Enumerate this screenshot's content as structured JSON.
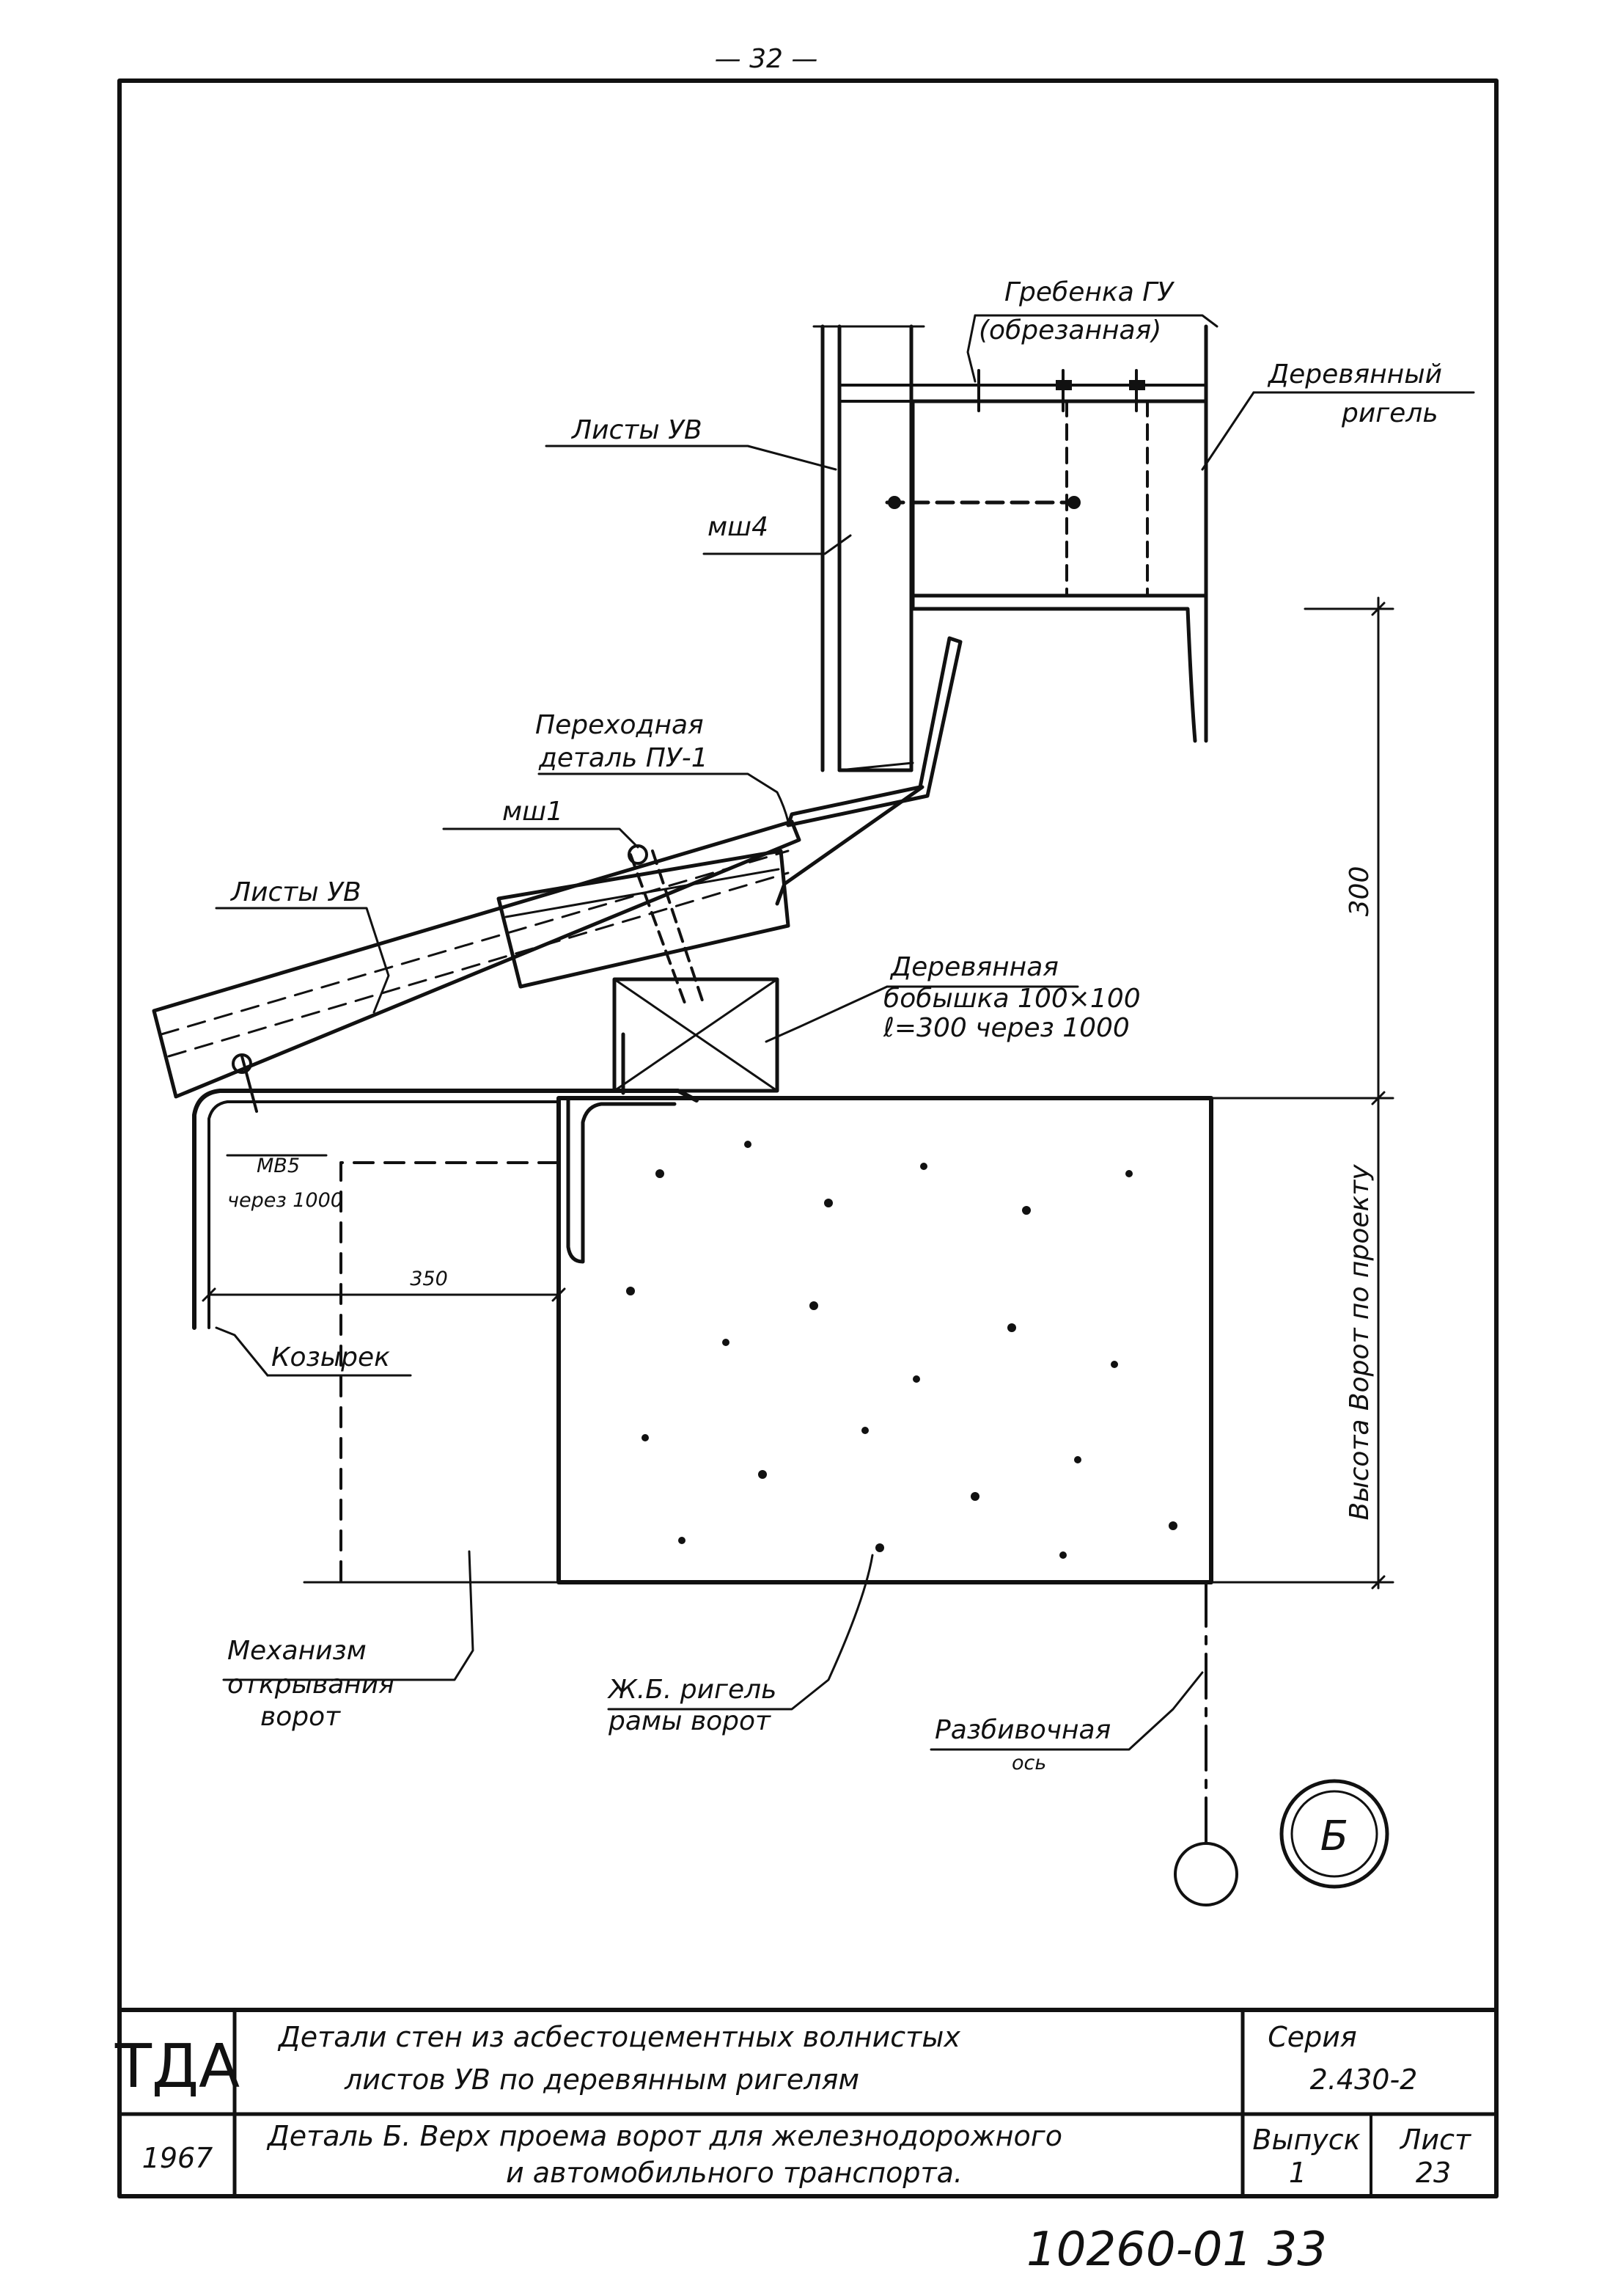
{
  "page_number": "— 32 —",
  "labels": {
    "grebenka_1": "Гребенка ГУ",
    "grebenka_2": "(обрезанная)",
    "wood_rigel_1": "Деревянный",
    "wood_rigel_2": "ригель",
    "listy_uv_top": "Листы УВ",
    "msh4": "мш4",
    "perekhod_1": "Переходная",
    "perekhod_2": "деталь ПУ-1",
    "msh1": "мш1",
    "listy_uv_left": "Листы УВ",
    "boss_1": "Деревянная",
    "boss_2": "бобышка  100×100",
    "boss_3": "ℓ=300    через 1000",
    "mb5": "МВ5",
    "mb5_step": "через 1000",
    "dim_350": "350",
    "dim_300": "300",
    "kozyrek": "Козырек",
    "gate_height": "Высота  Ворот  по  проекту",
    "mechanism_1": "Механизм",
    "mechanism_2": "открывания",
    "mechanism_3": "ворот",
    "rc_rigel_1": "Ж.Б. ригель",
    "rc_rigel_2": "рамы ворот",
    "axis_1": "Разбивочная",
    "axis_2": "ось",
    "detail_mark": "Б"
  },
  "title_block": {
    "org": "ТДА",
    "year": "1967",
    "title_line1": "Детали   стен   из   асбестоцементных   волнистых",
    "title_line2": "листов УВ  по  деревянным  ригелям",
    "subtitle_line1": "Деталь Б.   Верх  проема  ворот  для  железнодорожного",
    "subtitle_line2": "и  автомобильного  транспорта.",
    "series_label": "Серия",
    "series_value": "2.430-2",
    "issue_label": "Выпуск",
    "issue_value": "1",
    "sheet_label": "Лист",
    "sheet_value": "23"
  },
  "handwritten_number": "10260-01   33"
}
